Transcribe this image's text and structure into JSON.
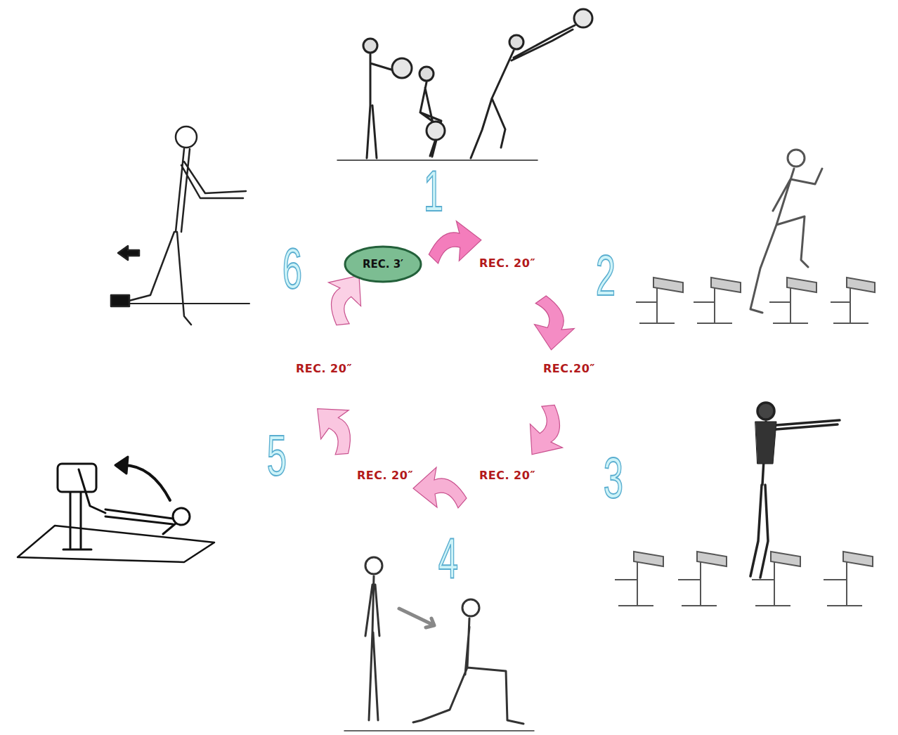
{
  "diagram": {
    "nodes": [
      {
        "text": [
          "REC. 3′"
        ]
      }
    ],
    "labels": [
      "1",
      "REC. 20″",
      "2",
      "REC.20″",
      "REC. 20″",
      "3",
      "4",
      "REC. 20″",
      "5",
      "REC. 20″",
      "6"
    ]
  }
}
